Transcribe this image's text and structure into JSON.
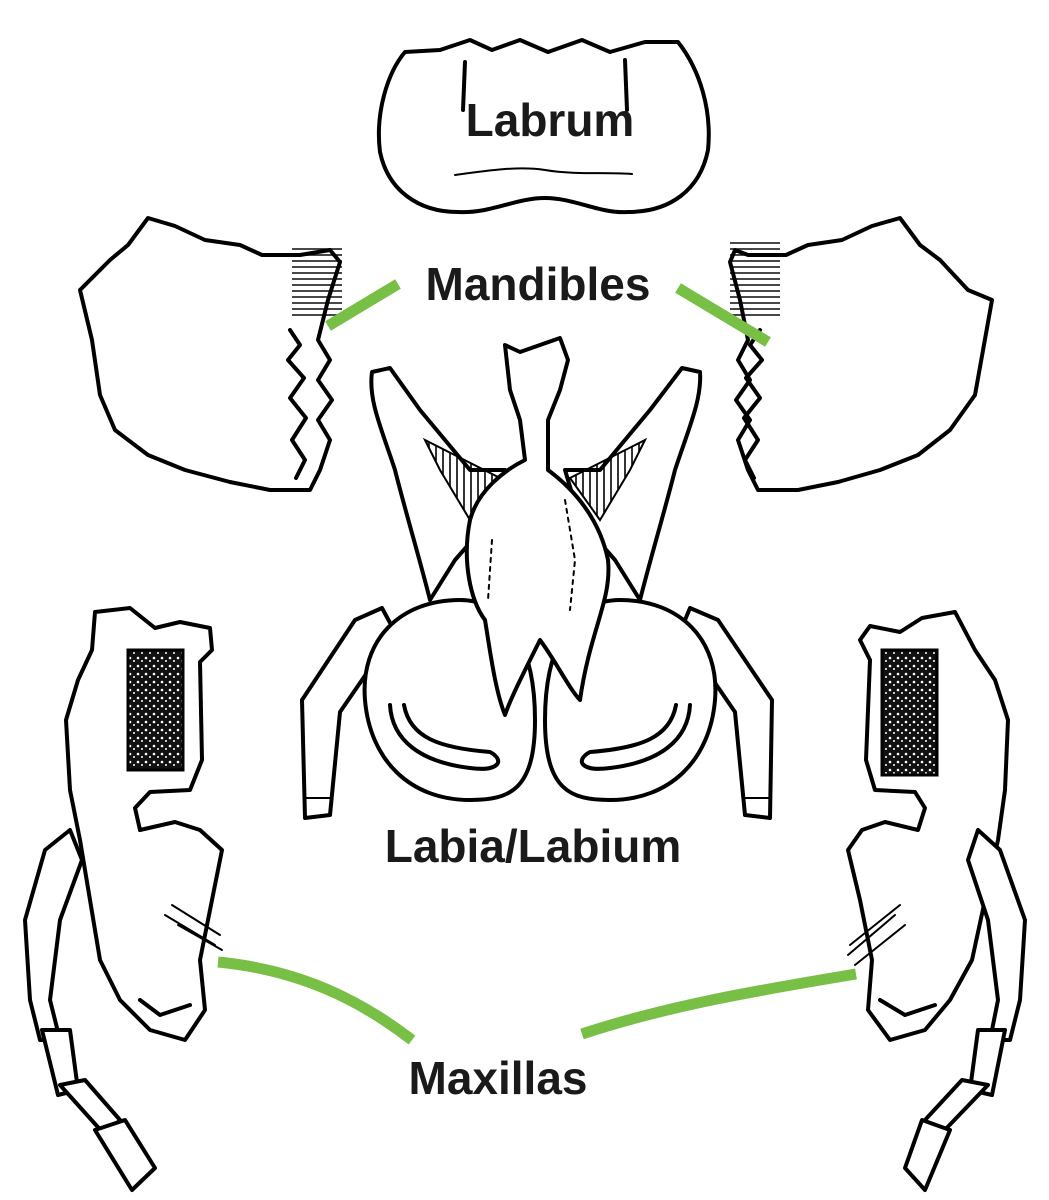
{
  "labels": {
    "labrum": "Labrum",
    "mandibles": "Mandibles",
    "labium": "Labia/Labium",
    "maxillas": "Maxillas"
  },
  "colors": {
    "leader": "#77bf45",
    "ink": "#000000",
    "label": "#1a1a1a"
  }
}
